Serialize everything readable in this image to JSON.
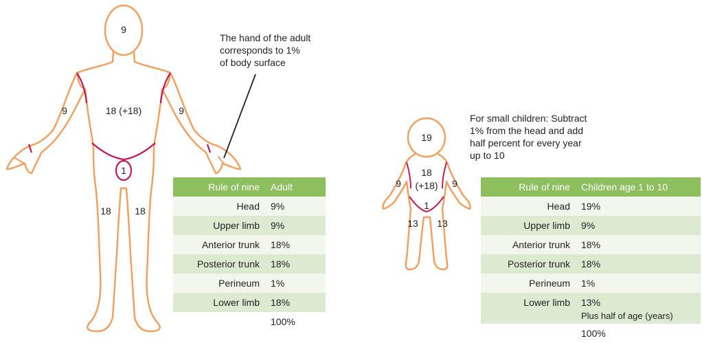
{
  "adult_figure": {
    "head": "9",
    "left_arm": "9",
    "right_arm": "9",
    "trunk": "18 (+18)",
    "perineum": "1",
    "left_leg": "18",
    "right_leg": "18"
  },
  "hand_note": [
    "The hand of the adult",
    "corresponds to 1%",
    "of body surface"
  ],
  "child_note": [
    "For small children: Subtract",
    "1% from the head and add",
    "half percent for every year",
    "up to 10"
  ],
  "child_figure": {
    "head": "19",
    "trunk_line1": "18",
    "trunk_line2": "(+18)",
    "left_arm": "9",
    "right_arm": "9",
    "perineum": "1",
    "left_leg": "13",
    "right_leg": "13"
  },
  "adult_table": {
    "headers": [
      "Rule of nine",
      "Adult"
    ],
    "rows": [
      [
        "Head",
        "9%"
      ],
      [
        "Upper limb",
        "9%"
      ],
      [
        "Anterior trunk",
        "18%"
      ],
      [
        "Posterior trunk",
        "18%"
      ],
      [
        "Perineum",
        "1%"
      ],
      [
        "Lower limb",
        "18%"
      ]
    ],
    "total": "100%"
  },
  "child_table": {
    "headers": [
      "Rule of nine",
      "Children age 1 to 10"
    ],
    "rows": [
      [
        "Head",
        "19%"
      ],
      [
        "Upper limb",
        "9%"
      ],
      [
        "Anterior trunk",
        "18%"
      ],
      [
        "Posterior trunk",
        "18%"
      ],
      [
        "Perineum",
        "1%"
      ],
      [
        "Lower limb",
        "13%"
      ]
    ],
    "lower_limb_extra": "Plus half of age (years)",
    "total": "100%"
  },
  "colors": {
    "outline": "#f0a060",
    "region_line": "#c2185b",
    "header_bg": "#8dbf5f",
    "row_light": "#f2f6ec",
    "row_dark": "#dbead0"
  }
}
